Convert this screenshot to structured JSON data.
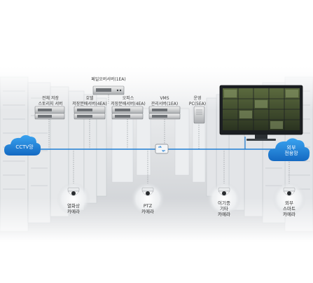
{
  "labels": {
    "failover": "페일오버서버(1EA)",
    "total_storage": "전체 저장\n스토리지 서버",
    "hotel": "호텔\n저장분배서버(4EA)",
    "office": "오피스\n저장분배서버(4EA)",
    "vms": "VMS\n관리서버(1EA)",
    "ops": "운영\nPC(5EA)"
  },
  "clouds": {
    "cctv": "CCTV망",
    "external": "외부\n전용망"
  },
  "cameras": {
    "thermal": "열화상\n카메라",
    "ptz": "PTZ\n카메라",
    "misc": "이기종\n기타\n카메라",
    "smart": "외부\n스마트\n카메라"
  },
  "colors": {
    "network": "#1f7fd6",
    "cloud": "#1e86d9",
    "background_grey": "#dde0e3"
  }
}
